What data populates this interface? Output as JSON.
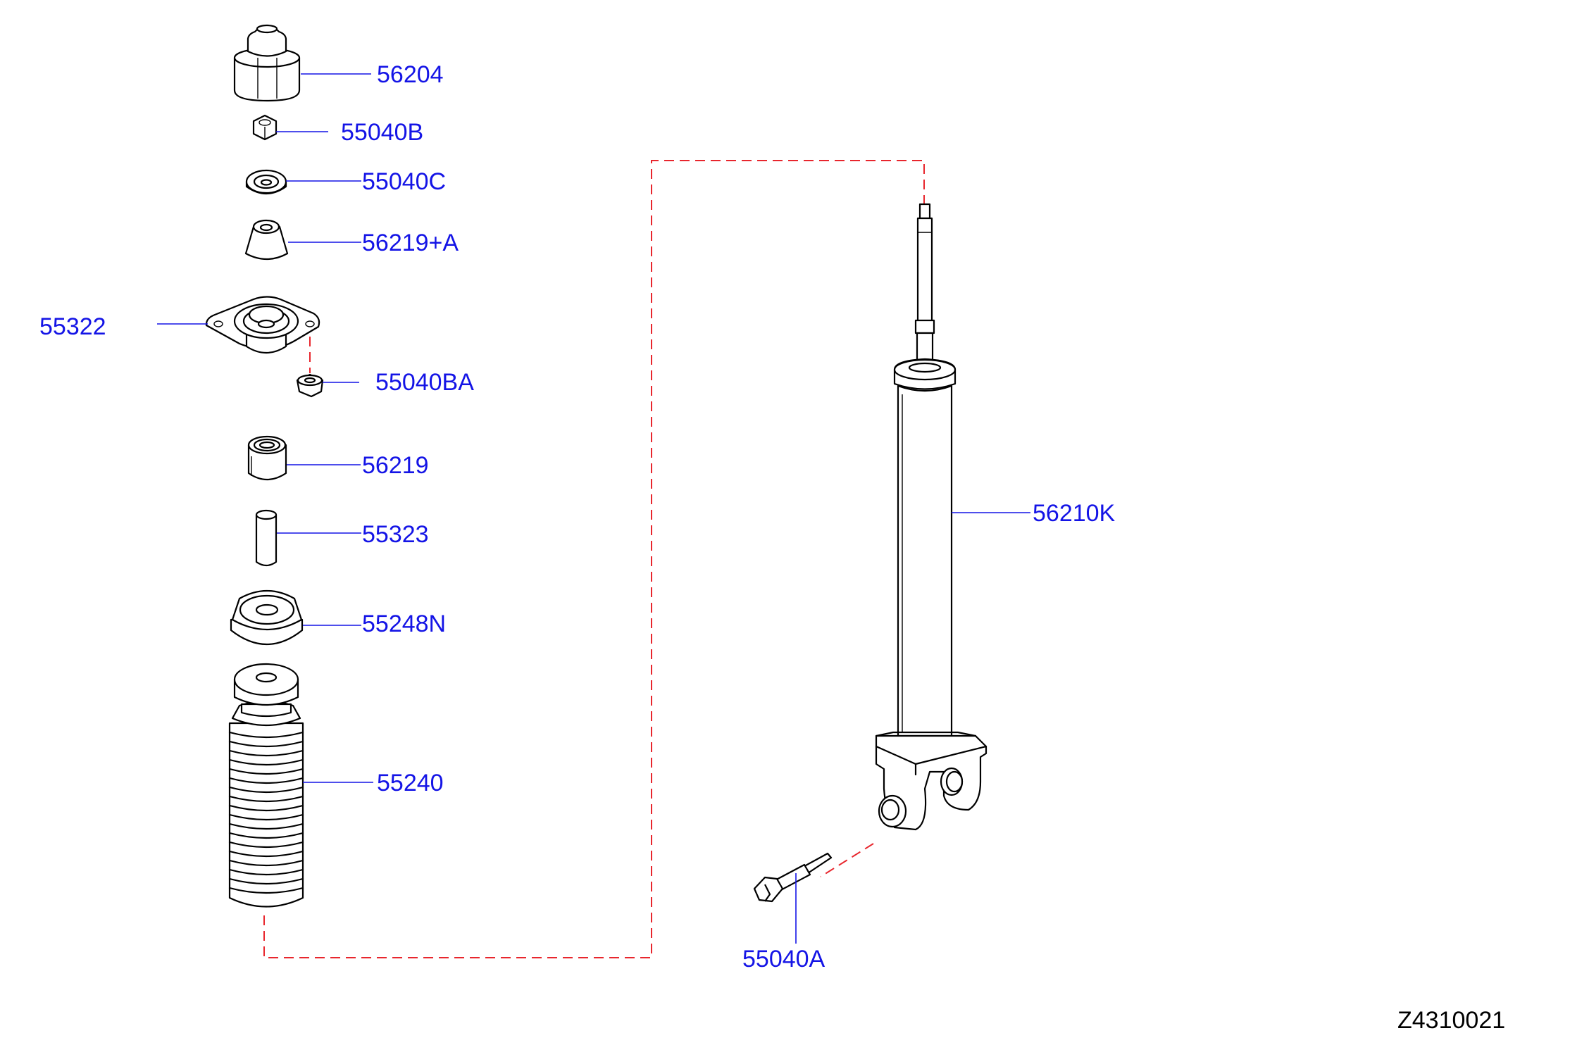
{
  "diagram_code": "Z4310021",
  "parts": {
    "bump_stop_cap": "56204",
    "nut_b": "55040B",
    "washer_c": "55040C",
    "bushing_a": "56219+A",
    "mount_plate": "55322",
    "nut_ba": "55040BA",
    "bushing": "56219",
    "spacer": "55323",
    "seat": "55248N",
    "dust_boot": "55240",
    "shock_absorber": "56210K",
    "bolt": "55040A"
  },
  "colors": {
    "label": "#1414e6",
    "leader": "#1414e6",
    "assembly_line": "#e8262d",
    "outline": "#000000"
  }
}
